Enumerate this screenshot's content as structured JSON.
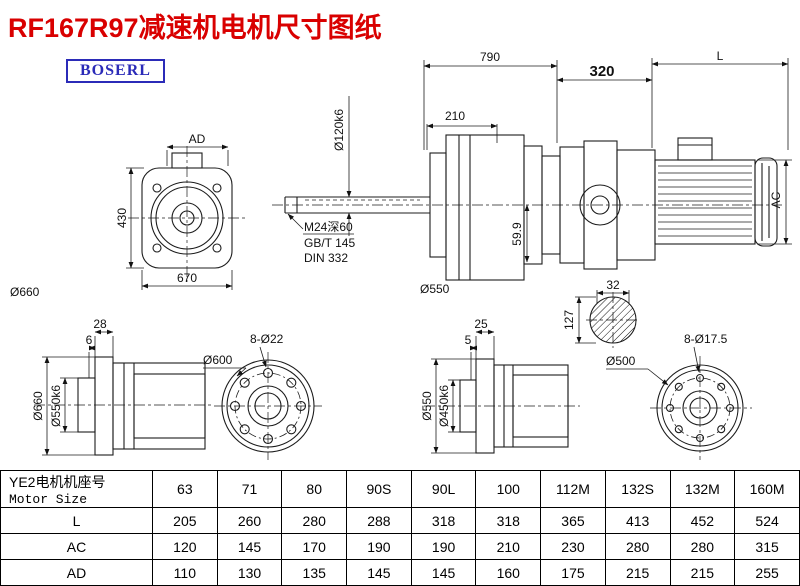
{
  "page": {
    "title": "RF167R97减速机电机尺寸图纸",
    "brand": "BOSERL"
  },
  "front_view": {
    "ad": "AD",
    "height": "430",
    "width": "670",
    "outer_dia": "Ø660"
  },
  "side_view": {
    "overall": "790",
    "shaft_len": "210",
    "shaft_dia": "Ø120k6",
    "thread": "M24深60",
    "std1": "GB/T 145",
    "std2": "DIN 332",
    "key_height": "59.9",
    "flange_dia": "Ø550"
  },
  "motor_view": {
    "adapter_len": "320",
    "motor_len": "L",
    "motor_dia": "AC"
  },
  "shaft_section": {
    "key_width": "32",
    "dia": "127"
  },
  "flange660": {
    "outer_dia": "Ø660",
    "spigot_dia": "Ø550k6",
    "flange_t": "28",
    "spigot_t": "6",
    "bolt_dia": "Ø600",
    "holes": "8-Ø22"
  },
  "flange550": {
    "outer_dia": "Ø550",
    "spigot_dia": "Ø450k6",
    "flange_t": "25",
    "spigot_t": "5",
    "bolt_dia": "Ø500",
    "holes": "8-Ø17.5"
  },
  "table": {
    "label_cn": "YE2电机机座号",
    "label_en": "Motor Size",
    "sizes": [
      "63",
      "71",
      "80",
      "90S",
      "90L",
      "100",
      "112M",
      "132S",
      "132M",
      "160M"
    ],
    "rows": [
      {
        "label": "L",
        "values": [
          "205",
          "260",
          "280",
          "288",
          "318",
          "318",
          "365",
          "413",
          "452",
          "524"
        ]
      },
      {
        "label": "AC",
        "values": [
          "120",
          "145",
          "170",
          "190",
          "190",
          "210",
          "230",
          "280",
          "280",
          "315"
        ]
      },
      {
        "label": "AD",
        "values": [
          "110",
          "130",
          "135",
          "145",
          "145",
          "160",
          "175",
          "215",
          "215",
          "255"
        ]
      }
    ]
  }
}
